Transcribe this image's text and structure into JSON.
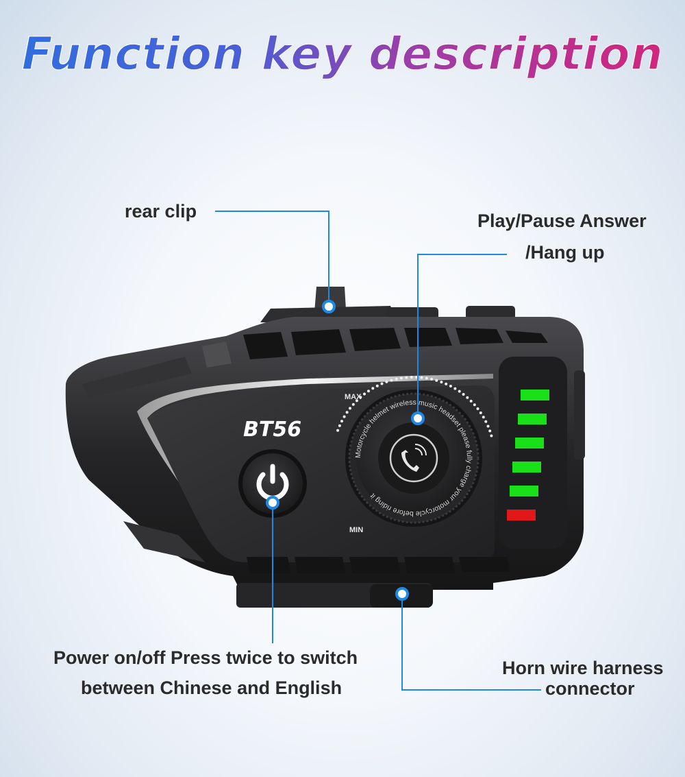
{
  "title": "Function key description",
  "labels": {
    "rear_clip": "rear clip",
    "play_pause_line1": "Play/Pause Answer",
    "play_pause_line2": "/Hang up",
    "power_line1": "Power on/off Press twice to switch",
    "power_line2": "between Chinese and English",
    "horn_line1": "Horn wire harness",
    "horn_line2": "connector"
  },
  "device": {
    "model": "BT56",
    "dial_max": "MAX",
    "dial_min": "MIN",
    "ring_text": "Motorcycle helmet wireless music headset please fully charge your motorcycle before riding it",
    "phone_icon": "phone-ring-icon",
    "power_icon": "power-icon"
  },
  "battery_level": {
    "green_bars": 5,
    "red_bars": 1
  },
  "colors": {
    "accent_line": "#1e88e5",
    "led_green": "#19e019",
    "led_red": "#e01818",
    "device_body": "#2a2a2c"
  }
}
